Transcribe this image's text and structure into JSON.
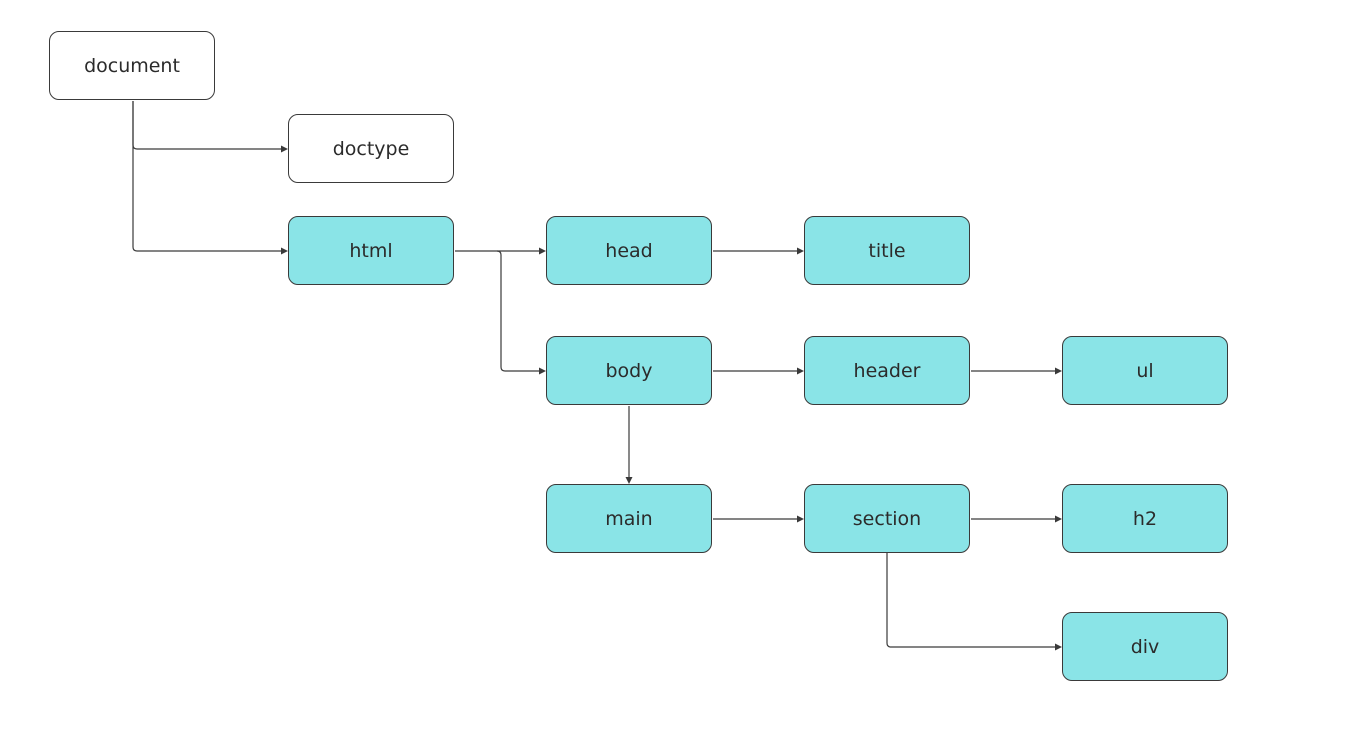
{
  "colors": {
    "element_fill": "#8ae4e7",
    "plain_fill": "#ffffff",
    "stroke": "#3a3a3a",
    "text": "#2b2b2b"
  },
  "nodes": {
    "document": "document",
    "doctype": "doctype",
    "html": "html",
    "head": "head",
    "title": "title",
    "body": "body",
    "header": "header",
    "ul": "ul",
    "main": "main",
    "section": "section",
    "h2": "h2",
    "div": "div"
  },
  "edges": [
    [
      "document",
      "doctype"
    ],
    [
      "document",
      "html"
    ],
    [
      "html",
      "head"
    ],
    [
      "html",
      "body"
    ],
    [
      "head",
      "title"
    ],
    [
      "body",
      "header"
    ],
    [
      "body",
      "main"
    ],
    [
      "header",
      "ul"
    ],
    [
      "main",
      "section"
    ],
    [
      "section",
      "h2"
    ],
    [
      "section",
      "div"
    ]
  ]
}
